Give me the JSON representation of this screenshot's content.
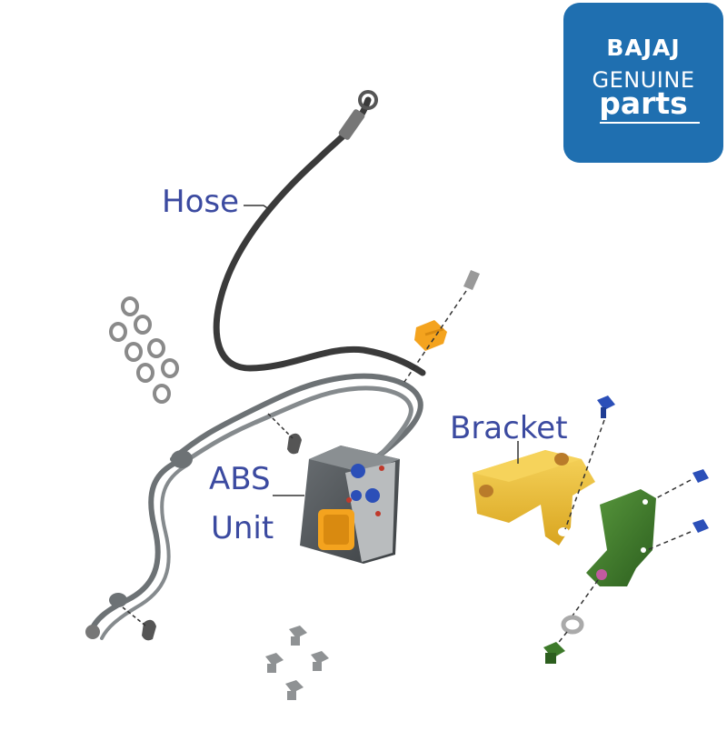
{
  "logo": {
    "brand": "BAJAJ",
    "line1": "GENUINE",
    "line2": "parts",
    "bg_color": "#1f6fb0"
  },
  "callouts": {
    "hose": "Hose",
    "bracket": "Bracket",
    "abs_line1": "ABS",
    "abs_line2": "Unit"
  },
  "colors": {
    "label": "#3b4aa0",
    "hose": "#3a3a3a",
    "abs_body": "#555a5e",
    "orange": "#f4a31e",
    "bracket_yellow": "#f1c232",
    "bracket_green": "#3d7a2a",
    "bolt_blue": "#2b4fb8"
  }
}
